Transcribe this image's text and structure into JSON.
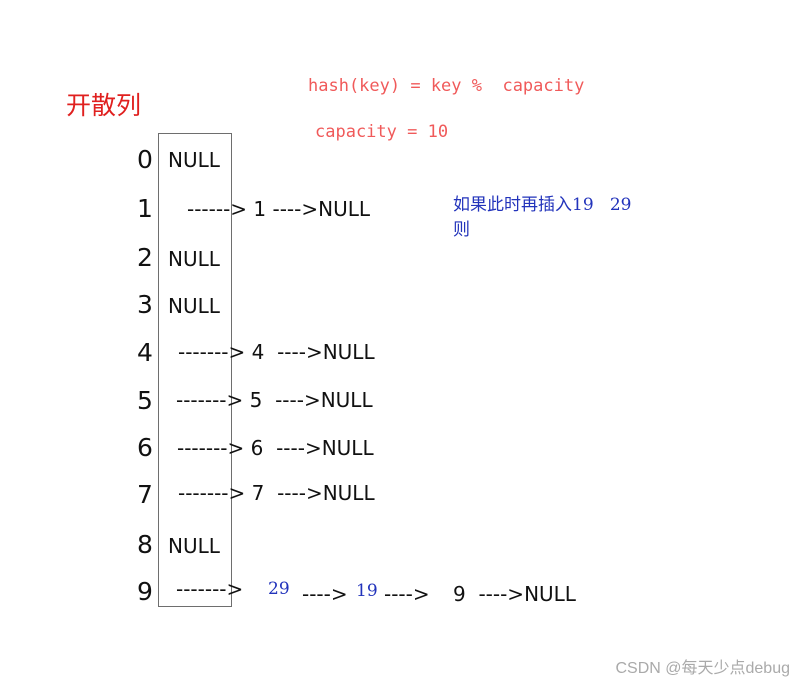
{
  "title": "开散列",
  "formula": {
    "hash_line": "hash(key) = key %  capacity",
    "capacity_line": "capacity = 10"
  },
  "note": {
    "line1": "如果此时再插入19   29",
    "line2": "则"
  },
  "slots": [
    {
      "index": "0",
      "null": "NULL"
    },
    {
      "index": "1",
      "chain": "------> 1 ---->NULL"
    },
    {
      "index": "2",
      "null": "NULL"
    },
    {
      "index": "3",
      "null": "NULL"
    },
    {
      "index": "4",
      "chain": "-------> 4  ---->NULL"
    },
    {
      "index": "5",
      "chain": "-------> 5  ---->NULL"
    },
    {
      "index": "6",
      "chain": "-------> 6  ---->NULL"
    },
    {
      "index": "7",
      "chain": "-------> 7  ---->NULL"
    },
    {
      "index": "8",
      "null": "NULL"
    },
    {
      "index": "9",
      "chain_parts": {
        "arrow1": "------->",
        "v29": "29",
        "arrow2": "---->",
        "v19": "19",
        "arrow3": "---->",
        "tail": "9  ---->NULL"
      }
    }
  ],
  "watermark": "CSDN @每天少点debug"
}
